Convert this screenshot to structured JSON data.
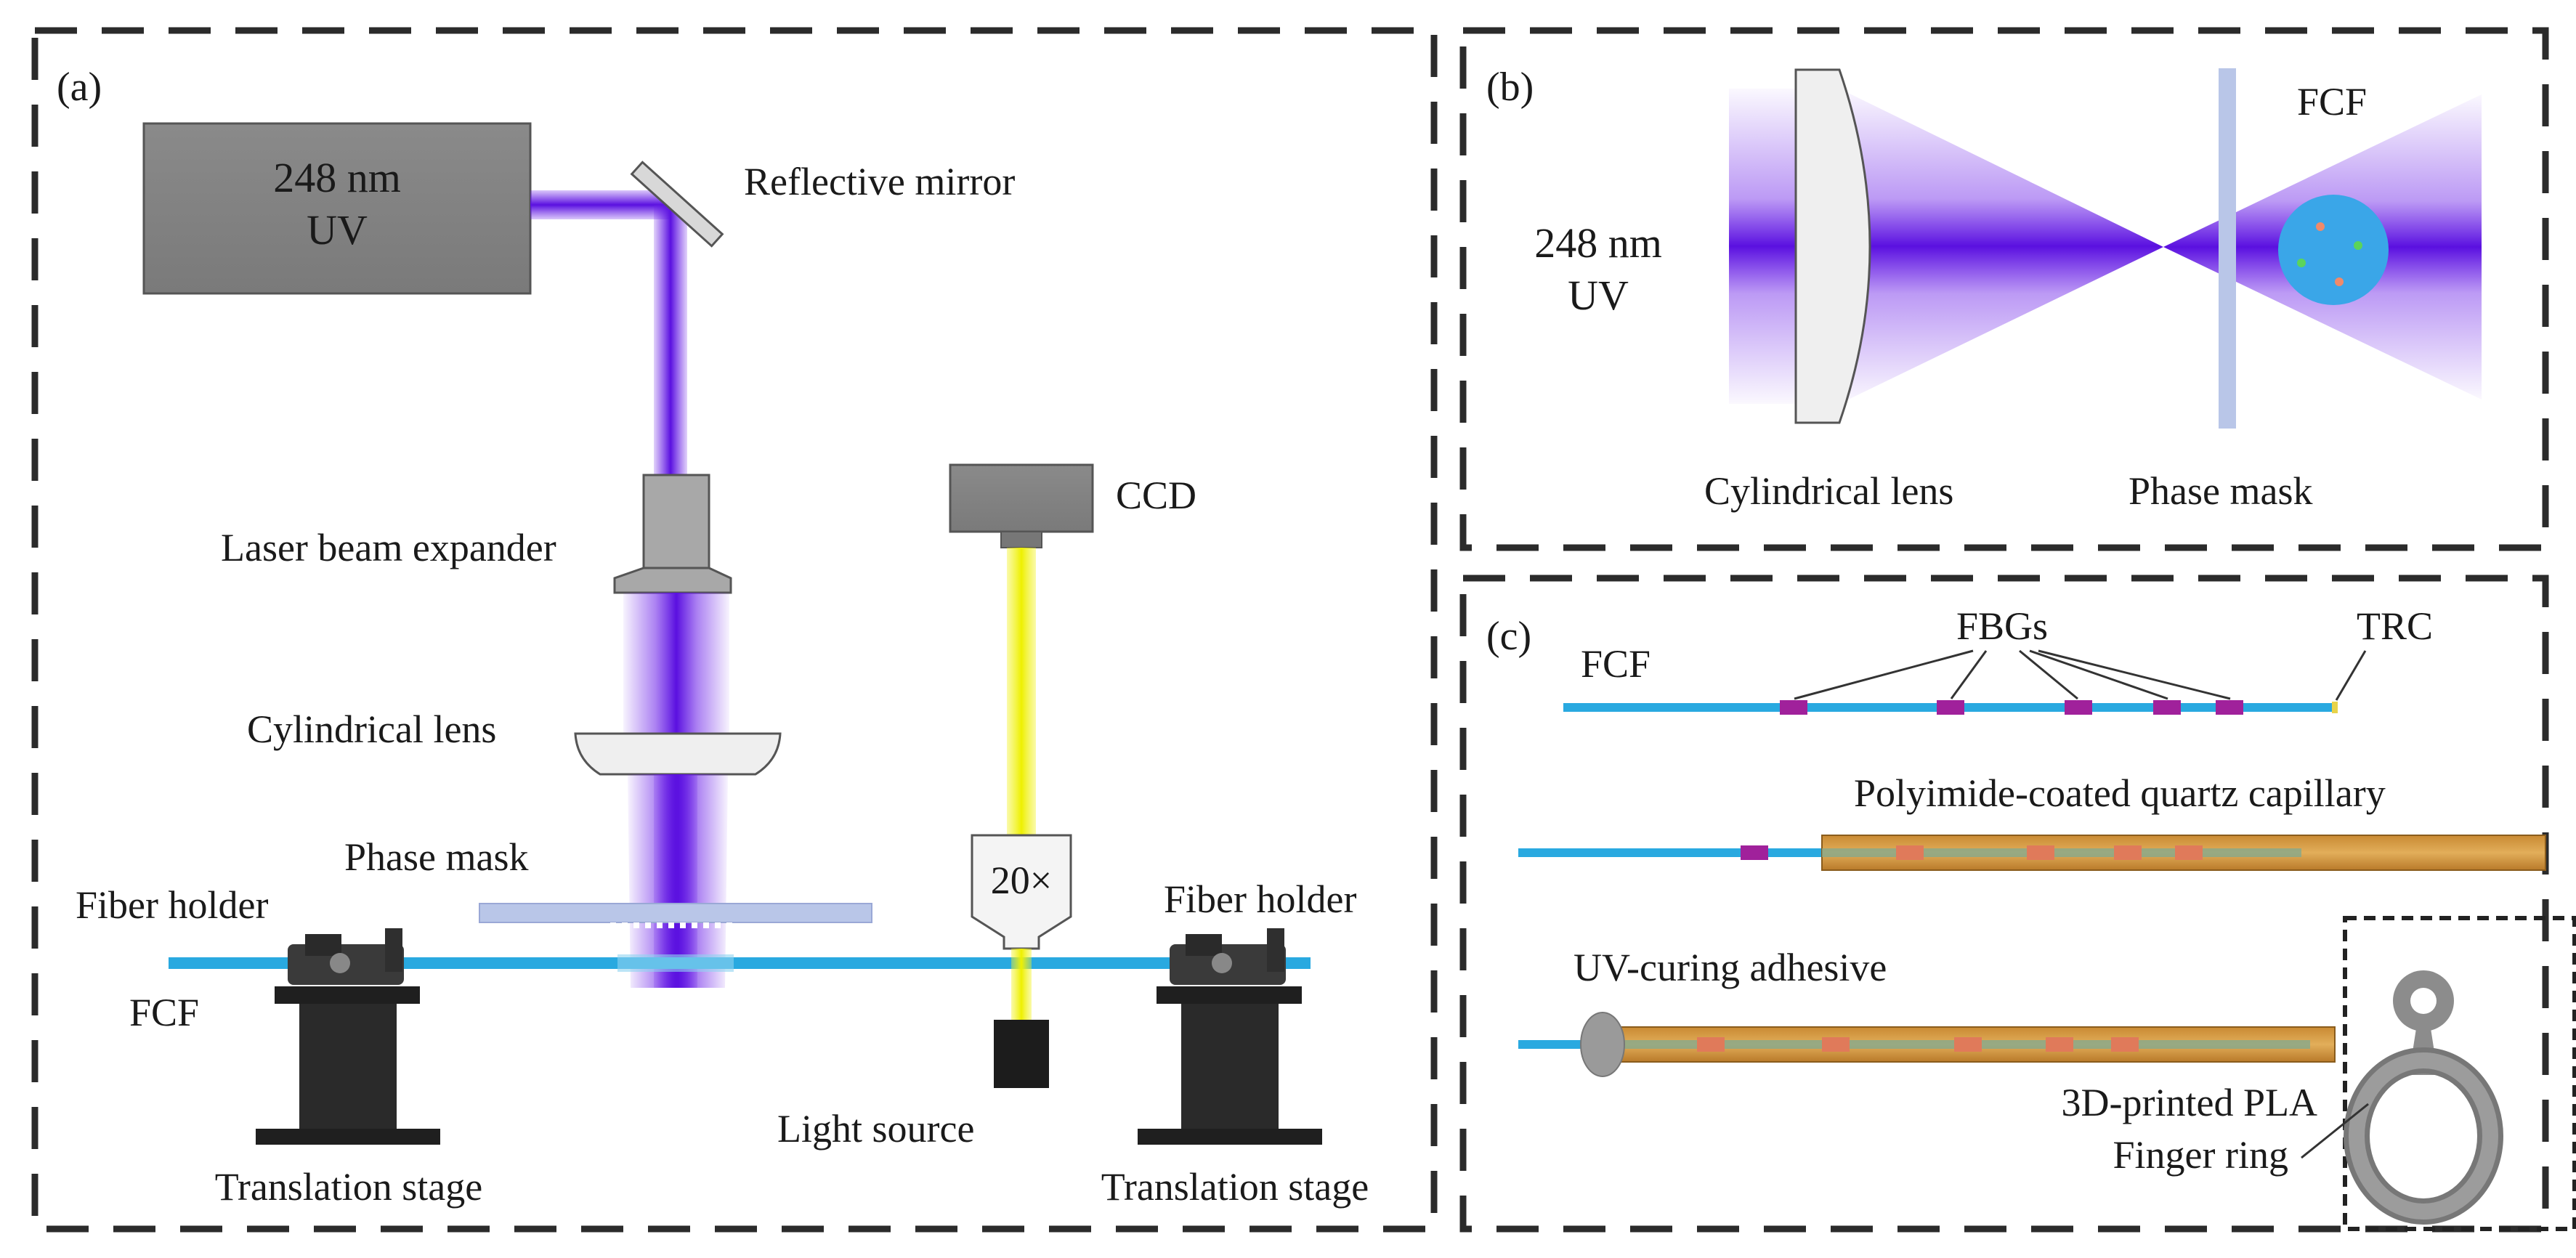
{
  "panel_a": {
    "tag": "(a)",
    "laser_label_1": "248 nm",
    "laser_label_2": "UV",
    "mirror_label": "Reflective mirror",
    "expander_label": "Laser beam expander",
    "cyl_lens_label": "Cylindrical lens",
    "phase_mask_label": "Phase mask",
    "fiber_holder_left": "Fiber holder",
    "fiber_holder_right": "Fiber holder",
    "fcf_label": "FCF",
    "ccd_label": "CCD",
    "objective_label": "20×",
    "light_source_label": "Light source",
    "stage_left_label": "Translation stage",
    "stage_right_label": "Translation stage"
  },
  "panel_b": {
    "tag": "(b)",
    "uv_label_1": "248 nm",
    "uv_label_2": "UV",
    "fcf_label": "FCF",
    "cyl_lens_label": "Cylindrical lens",
    "phase_mask_label": "Phase mask"
  },
  "panel_c": {
    "tag": "(c)",
    "fcf_label": "FCF",
    "fbgs_label": "FBGs",
    "trc_label": "TRC",
    "capillary_label": "Polyimide-coated quartz capillary",
    "adhesive_label": "UV-curing adhesive",
    "ring_label_1": "3D-printed PLA",
    "ring_label_2": "Finger ring"
  },
  "colors": {
    "uv_beam": "#6a1ee8",
    "fiber": "#29a9e0",
    "fbg": "#a0219b",
    "visible_beam": "#f3f32a",
    "capillary": "#d59a3e"
  }
}
